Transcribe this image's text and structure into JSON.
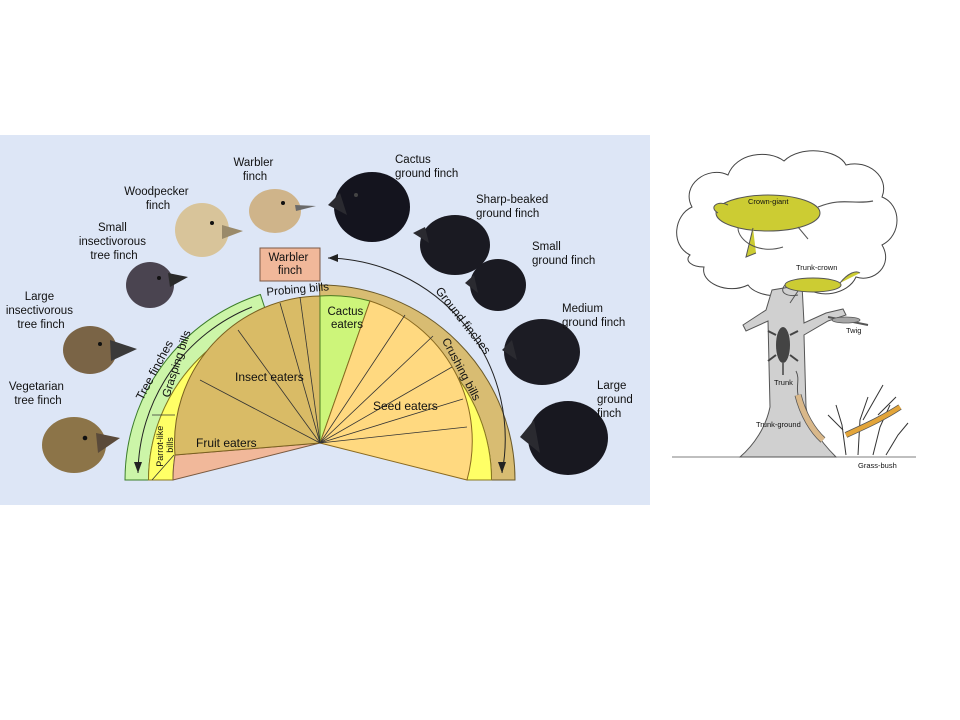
{
  "finch_diagram": {
    "finches": [
      {
        "id": "vegetarian",
        "lines": [
          "Vegetarian",
          "tree finch"
        ]
      },
      {
        "id": "large-insect",
        "lines": [
          "Large",
          "insectivorous",
          "tree finch"
        ]
      },
      {
        "id": "small-insect",
        "lines": [
          "Small",
          "insectivorous",
          "tree finch"
        ]
      },
      {
        "id": "woodpecker",
        "lines": [
          "Woodpecker",
          "finch"
        ]
      },
      {
        "id": "warbler",
        "lines": [
          "Warbler",
          "finch"
        ]
      },
      {
        "id": "cactus",
        "lines": [
          "Cactus",
          "ground finch"
        ]
      },
      {
        "id": "sharp",
        "lines": [
          "Sharp-beaked",
          "ground finch"
        ]
      },
      {
        "id": "small-ground",
        "lines": [
          "Small",
          "ground finch"
        ]
      },
      {
        "id": "medium-ground",
        "lines": [
          "Medium",
          "ground finch"
        ]
      },
      {
        "id": "large-ground",
        "lines": [
          "Large",
          "ground",
          "finch"
        ]
      }
    ],
    "arcs": {
      "tree_finches": "Tree finches",
      "ground_finches": "Ground finches",
      "warbler_box": [
        "Warbler",
        "finch"
      ],
      "probing_bills": "Probing bills",
      "grasping_bills": "Grasping bills",
      "crushing_bills": "Crushing bills",
      "parrot_like_bills": [
        "Parrot-like",
        "bills"
      ]
    },
    "diet": {
      "insect_eaters": "Insect eaters",
      "fruit_eaters": "Fruit eaters",
      "cactus_eaters": [
        "Cactus",
        "eaters"
      ],
      "seed_eaters": "Seed eaters"
    },
    "colors": {
      "panel": "#dde6f6",
      "green_band": "#ccf5a8",
      "tan_band": "#d8bc72",
      "yellow_band": "#ffff66",
      "fruit_pink": "#f1b89a",
      "insect_tan": "#d9bb66",
      "cactus_green": "#cdf57a",
      "seed_orange": "#ffd980"
    }
  },
  "tree_diagram": {
    "labels": {
      "crown_giant": "Crown-giant",
      "trunk_crown": "Trunk-crown",
      "twig": "Twig",
      "trunk": "Trunk",
      "trunk_ground": "Trunk-ground",
      "grass_bush": "Grass-bush"
    },
    "colors": {
      "lizard_yellow": "#cccc33",
      "lizard_tan": "#d9b88a",
      "lizard_orange": "#e3a53a",
      "lizard_dark": "#444444",
      "trunk_gray": "#d0d0d0"
    }
  }
}
